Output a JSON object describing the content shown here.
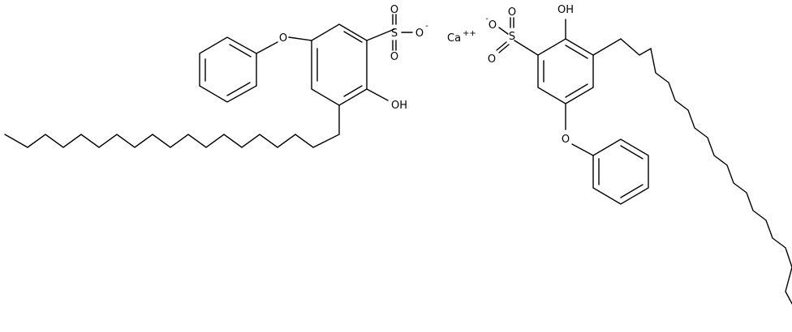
{
  "molecule": {
    "cation": {
      "symbol": "Ca",
      "charge": "++"
    },
    "left_anion": {
      "sulfonate": {
        "s": "S",
        "o1": "O",
        "o2": "O",
        "o3": "O",
        "minus": "-"
      },
      "hydroxyl": "OH",
      "ether_oxygen": "O"
    },
    "right_anion": {
      "sulfonate": {
        "s": "S",
        "o1": "O",
        "o2": "O",
        "o3": "O",
        "minus": "-"
      },
      "hydroxyl": "OH",
      "ether_oxygen": "O"
    }
  }
}
